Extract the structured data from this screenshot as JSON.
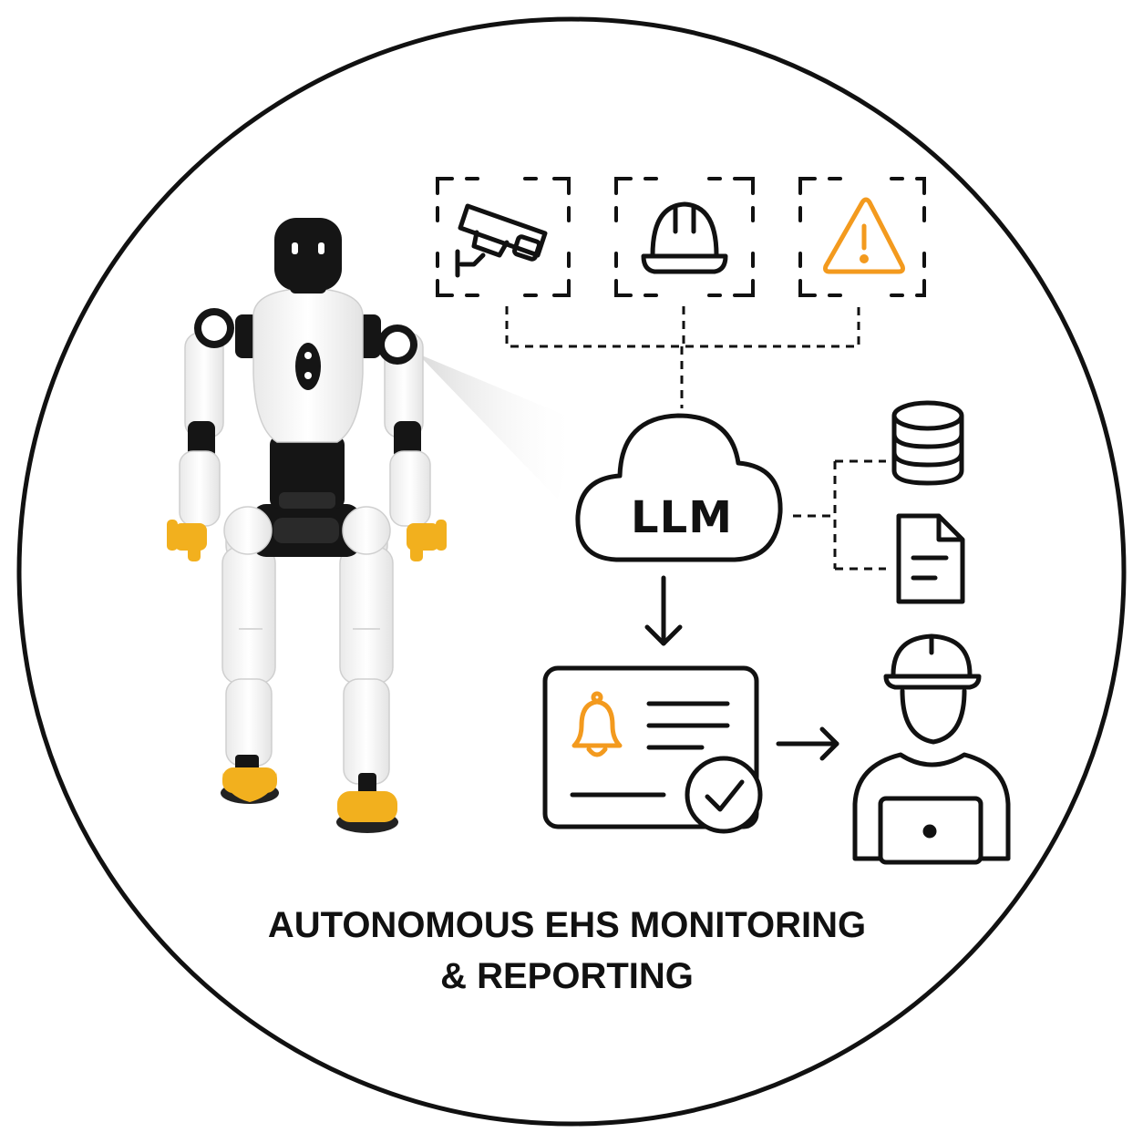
{
  "diagram": {
    "title_line1": "AUTONOMOUS EHS MONITORING",
    "title_line2": "& REPORTING",
    "center_node_label": "LLM",
    "input_icons": [
      "security-camera",
      "hard-hat",
      "warning-triangle"
    ],
    "knowledge_icons": [
      "database",
      "document"
    ],
    "output_card_icons": [
      "alarm-bell",
      "checkmark-badge"
    ],
    "recipient_icon": "worker-with-laptop",
    "agent_icon": "humanoid-robot"
  },
  "colors": {
    "stroke": "#111111",
    "accent": "#F39A1E",
    "robot_yellow": "#F2B01E",
    "robot_white": "#F7F7F7",
    "robot_black": "#151515"
  }
}
